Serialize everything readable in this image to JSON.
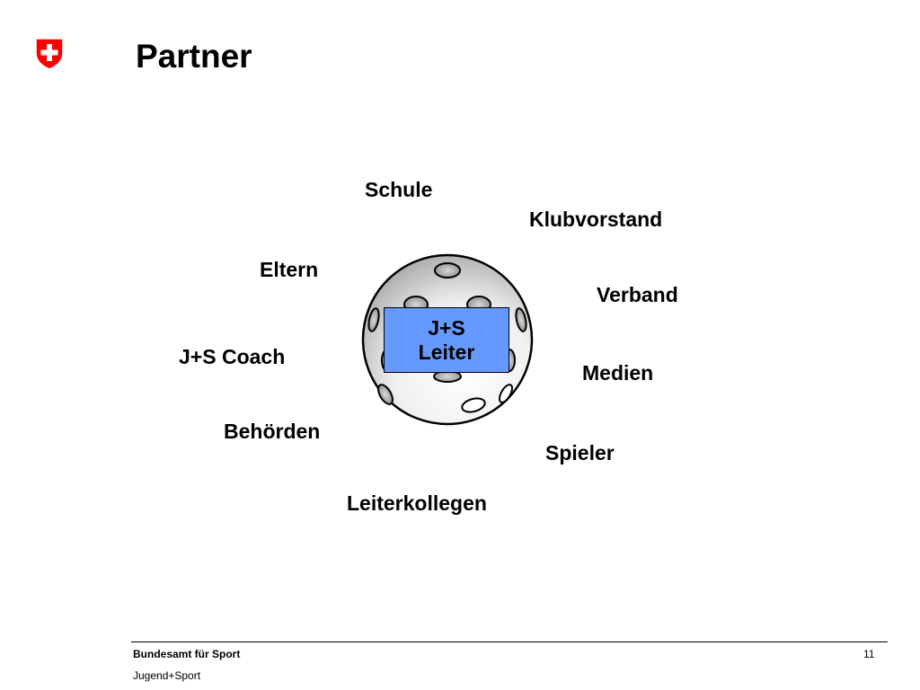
{
  "slide": {
    "title": "Partner",
    "logo_icon": "swiss-cross-shield-icon",
    "logo_color": "#ff0000"
  },
  "diagram": {
    "center": {
      "line1": "J+S",
      "line2": "Leiter",
      "box_color": "#6699ff",
      "icon": "floorball-icon"
    },
    "partners": [
      "Schule",
      "Klubvorstand",
      "Eltern",
      "Verband",
      "J+S Coach",
      "Medien",
      "Behörden",
      "Spieler",
      "Leiterkollegen"
    ]
  },
  "footer": {
    "organization": "Bundesamt für Sport",
    "subtitle": "Jugend+Sport",
    "page_number": "11"
  }
}
